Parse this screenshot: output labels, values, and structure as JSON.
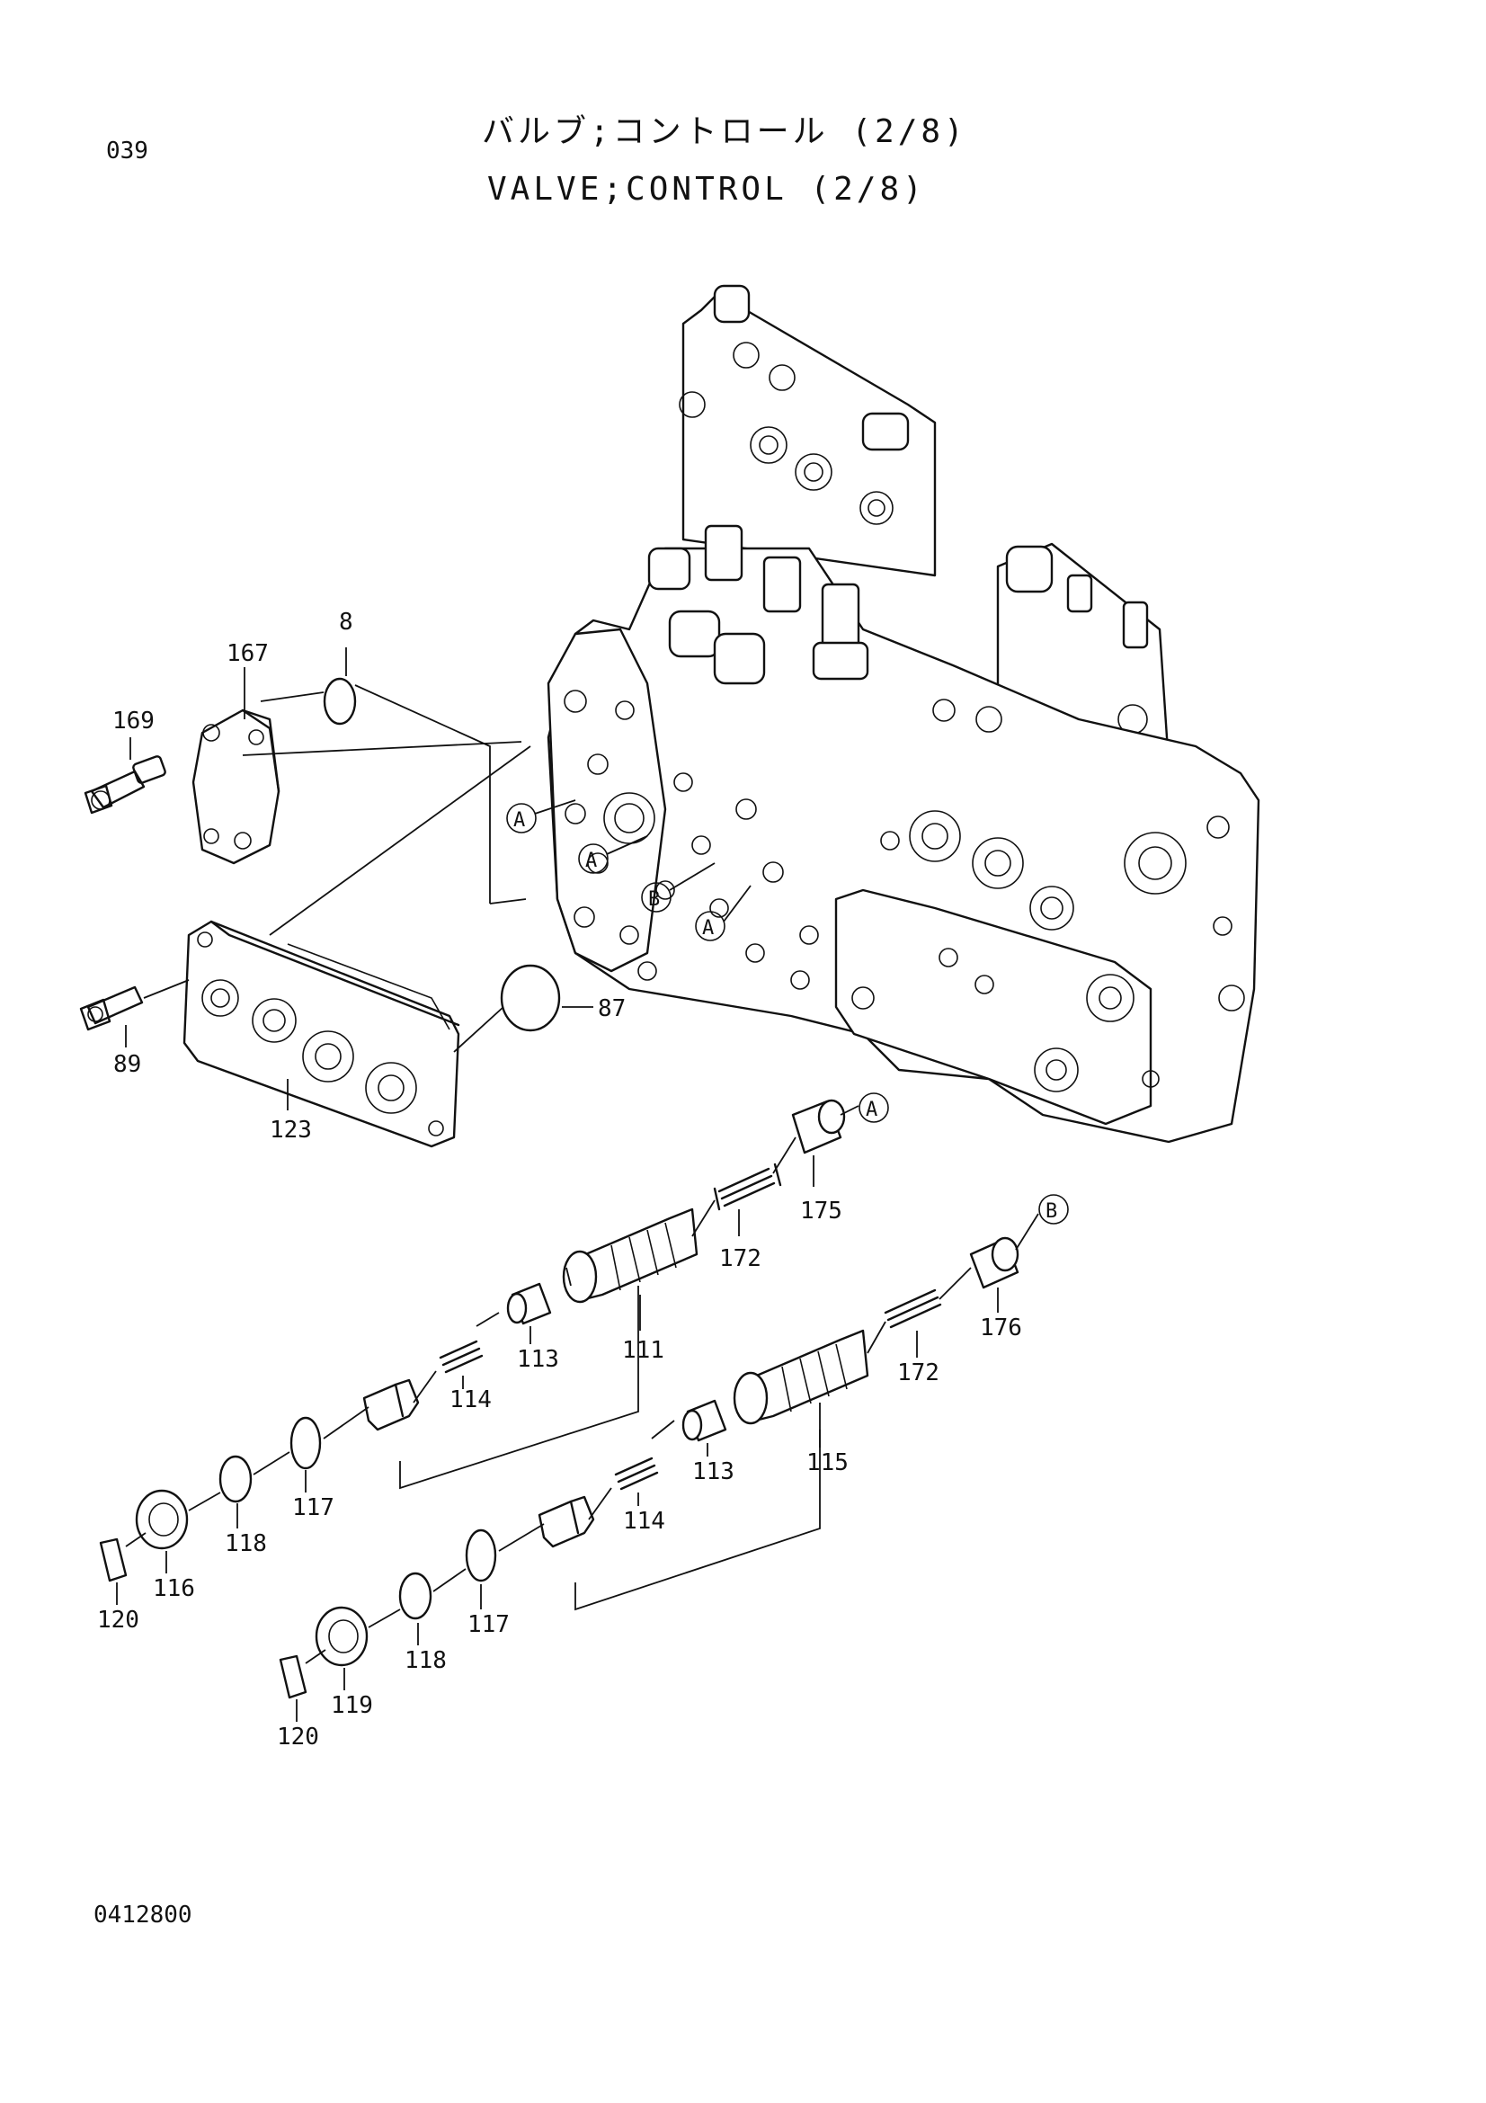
{
  "header": {
    "page_code": "039",
    "title_jp": "バルブ;コントロール (2/8)",
    "title_en": "VALVE;CONTROL (2/8)"
  },
  "footer": {
    "drawing_number": "0412800"
  },
  "part_labels": {
    "p8": "8",
    "p167": "167",
    "p169": "169",
    "p87": "87",
    "p89": "89",
    "p123": "123",
    "p175": "175",
    "p172a": "172",
    "p111": "111",
    "p113a": "113",
    "p114a": "114",
    "p117a": "117",
    "p118a": "118",
    "p116": "116",
    "p120a": "120",
    "p176": "176",
    "p172b": "172",
    "p115": "115",
    "p113b": "113",
    "p114b": "114",
    "p117b": "117",
    "p118b": "118",
    "p119": "119",
    "p120b": "120"
  },
  "reference_markers": {
    "a1": "A",
    "a2": "A",
    "b1": "B",
    "a3": "A",
    "a_175": "A",
    "b_176": "B"
  }
}
